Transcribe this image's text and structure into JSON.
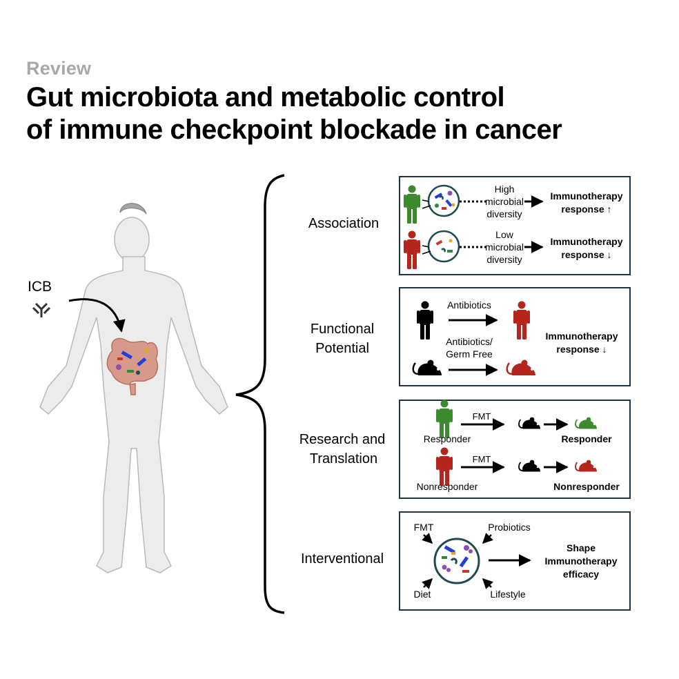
{
  "header": {
    "kicker": "Review",
    "title_line1": "Gut microbiota and metabolic control",
    "title_line2": "of immune checkpoint blockade in cancer"
  },
  "body_panel": {
    "icb_label": "ICB"
  },
  "sections": {
    "association": {
      "label": "Association",
      "high_line1": "High",
      "high_line2": "microbial",
      "high_line3": "diversity",
      "high_result_line1": "Immunotherapy",
      "high_result_line2": "response ↑",
      "low_line1": "Low",
      "low_line2": "microbial",
      "low_line3": "diversity",
      "low_result_line1": "Immunotherapy",
      "low_result_line2": "response ↓"
    },
    "functional": {
      "label_line1": "Functional",
      "label_line2": "Potential",
      "antibiotics": "Antibiotics",
      "antibiotics_gf_line1": "Antibiotics/",
      "antibiotics_gf_line2": "Germ Free",
      "result_line1": "Immunotherapy",
      "result_line2": "response ↓"
    },
    "research": {
      "label_line1": "Research and",
      "label_line2": "Translation",
      "fmt1": "FMT",
      "fmt2": "FMT",
      "responder": "Responder",
      "responder_result": "Responder",
      "nonresponder": "Nonresponder",
      "nonresponder_result": "Nonresponder"
    },
    "interventional": {
      "label": "Interventional",
      "fmt": "FMT",
      "probiotics": "Probiotics",
      "diet": "Diet",
      "lifestyle": "Lifestyle",
      "result_line1": "Shape",
      "result_line2": "Immunotherapy",
      "result_line3": "efficacy"
    }
  },
  "colors": {
    "green": "#3d8a2e",
    "red": "#b5271e",
    "skin": "#ececec",
    "gut": "#d79a8a",
    "panel_border": "#1d3344"
  },
  "icons": [
    "person-icon",
    "mouse-icon",
    "microbe-circle-icon",
    "antibody-icon",
    "human-body-illustration",
    "gut-icon"
  ]
}
